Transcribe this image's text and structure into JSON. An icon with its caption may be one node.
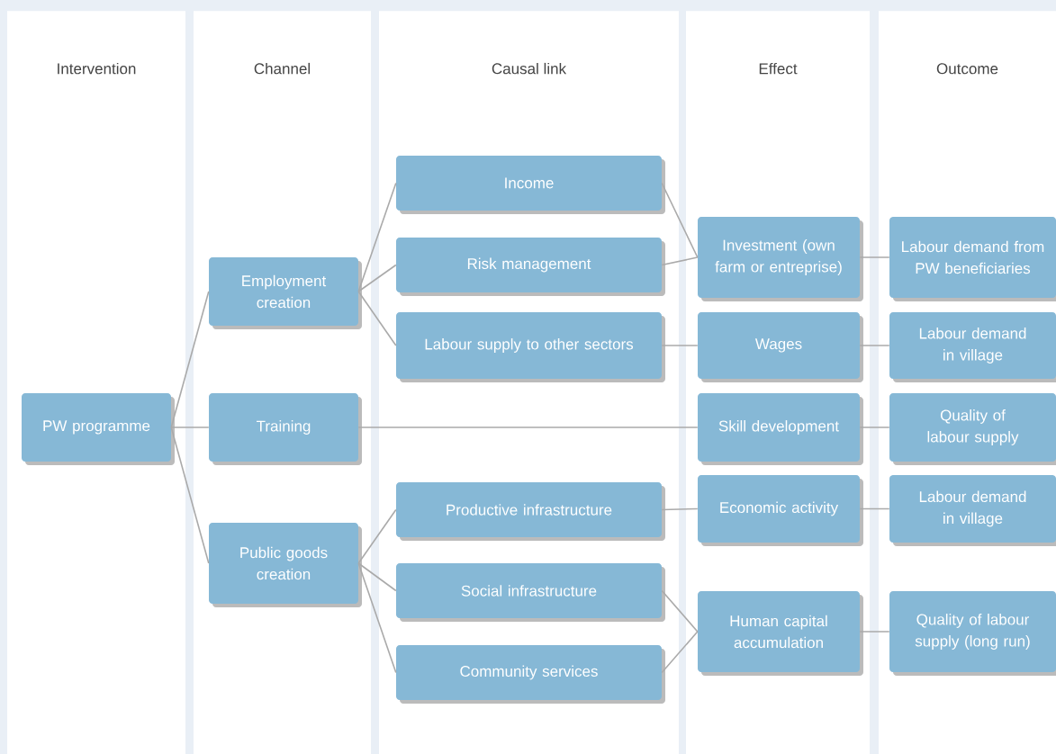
{
  "diagram": {
    "nodes": [
      {
        "text": [
          "Intervention"
        ]
      },
      {
        "text": [
          "PW programme"
        ],
        "in": 0
      },
      {
        "text": [
          "Channel"
        ]
      },
      {
        "text": [
          "Employment creation"
        ],
        "in": 2
      },
      {
        "text": [
          "Training"
        ],
        "in": 2
      },
      {
        "text": [
          "Public goods creation"
        ],
        "in": 2
      },
      {
        "text": [
          "Causal link"
        ]
      },
      {
        "text": [
          "Income"
        ],
        "in": 6
      },
      {
        "text": [
          "Risk management"
        ],
        "in": 6
      },
      {
        "text": [
          "Labour supply to other sectors"
        ],
        "in": 6
      },
      {
        "text": [
          "Productive infrastructure"
        ],
        "in": 6
      },
      {
        "text": [
          "Social infrastructure"
        ],
        "in": 6
      },
      {
        "text": [
          "Community services"
        ],
        "in": 6
      },
      {
        "text": [
          "Effect"
        ]
      },
      {
        "text": [
          "Investment (own farm or entreprise)"
        ],
        "in": 13
      },
      {
        "text": [
          "Wages"
        ],
        "in": 13
      },
      {
        "text": [
          "Skill development"
        ],
        "in": 13
      },
      {
        "text": [
          "Economic activity"
        ],
        "in": 13
      },
      {
        "text": [
          "Human capital accumulation"
        ],
        "in": 13
      },
      {
        "text": [
          "Outcome"
        ]
      },
      {
        "text": [
          "Labour demand from PW beneficiaries"
        ],
        "in": 19
      },
      {
        "text": [
          "Labour demand in village"
        ],
        "in": 19
      },
      {
        "text": [
          "Quality of labour supply"
        ],
        "in": 19
      },
      {
        "text": [
          "Labour demand in village"
        ],
        "in": 19
      },
      {
        "text": [
          "Quality of labour supply (long run)"
        ],
        "in": 19
      }
    ],
    "edges": [
      {
        "from": 1,
        "to": 3,
        "arrow": "none"
      },
      {
        "from": 1,
        "to": 4,
        "arrow": "none"
      },
      {
        "from": 1,
        "to": 5,
        "arrow": "none"
      },
      {
        "from": 3,
        "to": 7,
        "arrow": "none"
      },
      {
        "from": 3,
        "to": 8,
        "arrow": "none"
      },
      {
        "from": 3,
        "to": 9,
        "arrow": "none"
      },
      {
        "from": 4,
        "to": 16,
        "arrow": "none"
      },
      {
        "from": 5,
        "to": 10,
        "arrow": "none"
      },
      {
        "from": 5,
        "to": 11,
        "arrow": "none"
      },
      {
        "from": 5,
        "to": 12,
        "arrow": "none"
      },
      {
        "from": 7,
        "to": 14,
        "arrow": "none"
      },
      {
        "from": 8,
        "to": 14,
        "arrow": "none"
      },
      {
        "from": 9,
        "to": 15,
        "arrow": "none"
      },
      {
        "from": 10,
        "to": 17,
        "arrow": "none"
      },
      {
        "from": 11,
        "to": 18,
        "arrow": "none"
      },
      {
        "from": 12,
        "to": 18,
        "arrow": "none"
      },
      {
        "from": 14,
        "to": 20,
        "arrow": "none"
      },
      {
        "from": 15,
        "to": 21,
        "arrow": "none"
      },
      {
        "from": 16,
        "to": 22,
        "arrow": "none"
      },
      {
        "from": 17,
        "to": 23,
        "arrow": "none"
      },
      {
        "from": 18,
        "to": 24,
        "arrow": "none"
      }
    ]
  }
}
